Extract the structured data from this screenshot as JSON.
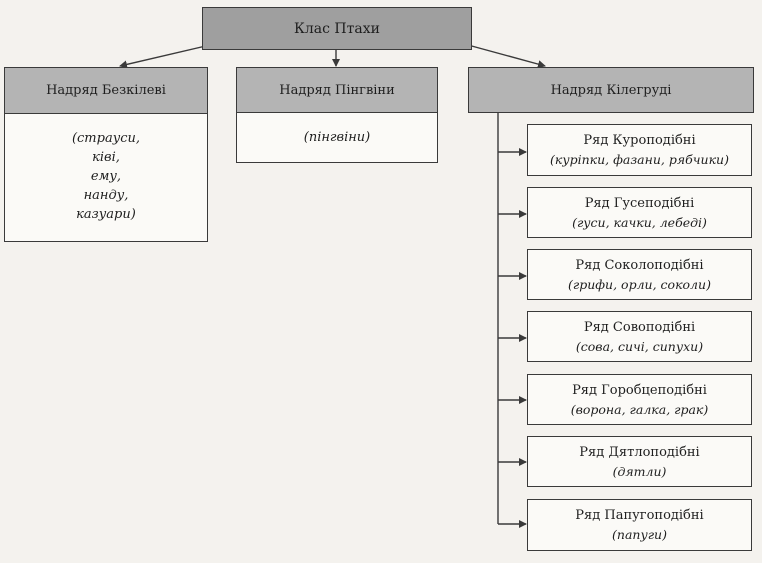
{
  "class_node": {
    "title": "Клас Птахи"
  },
  "superorders": [
    {
      "title": "Надряд Безкілеві",
      "examples": [
        "(страуси,",
        "ківі,",
        "ему,",
        "нанду,",
        "казуари)"
      ]
    },
    {
      "title": "Надряд Пінгвіни",
      "examples": [
        "(пінгвіни)"
      ]
    },
    {
      "title": "Надряд Кілегруді"
    }
  ],
  "orders": [
    {
      "title": "Ряд Куроподібні",
      "examples": "(курiпки, фазани, рябчики)"
    },
    {
      "title": "Ряд Гусеподібні",
      "examples": "(гуси, качки, лебеді)"
    },
    {
      "title": "Ряд Соколоподібні",
      "examples": "(грифи, орли, соколи)"
    },
    {
      "title": "Ряд Совоподібні",
      "examples": "(сова, сичі, сипухи)"
    },
    {
      "title": "Ряд Горобцеподібні",
      "examples": "(ворона, галка, грак)"
    },
    {
      "title": "Ряд Дятлоподібні",
      "examples": "(дятли)"
    },
    {
      "title": "Ряд Папугоподібні",
      "examples": "(папуги)"
    }
  ],
  "colors": {
    "header_fill": "#b4b4b4",
    "top_fill": "#9f9f9f",
    "line": "#3a3a3a",
    "box_fill": "#fbfaf7"
  }
}
